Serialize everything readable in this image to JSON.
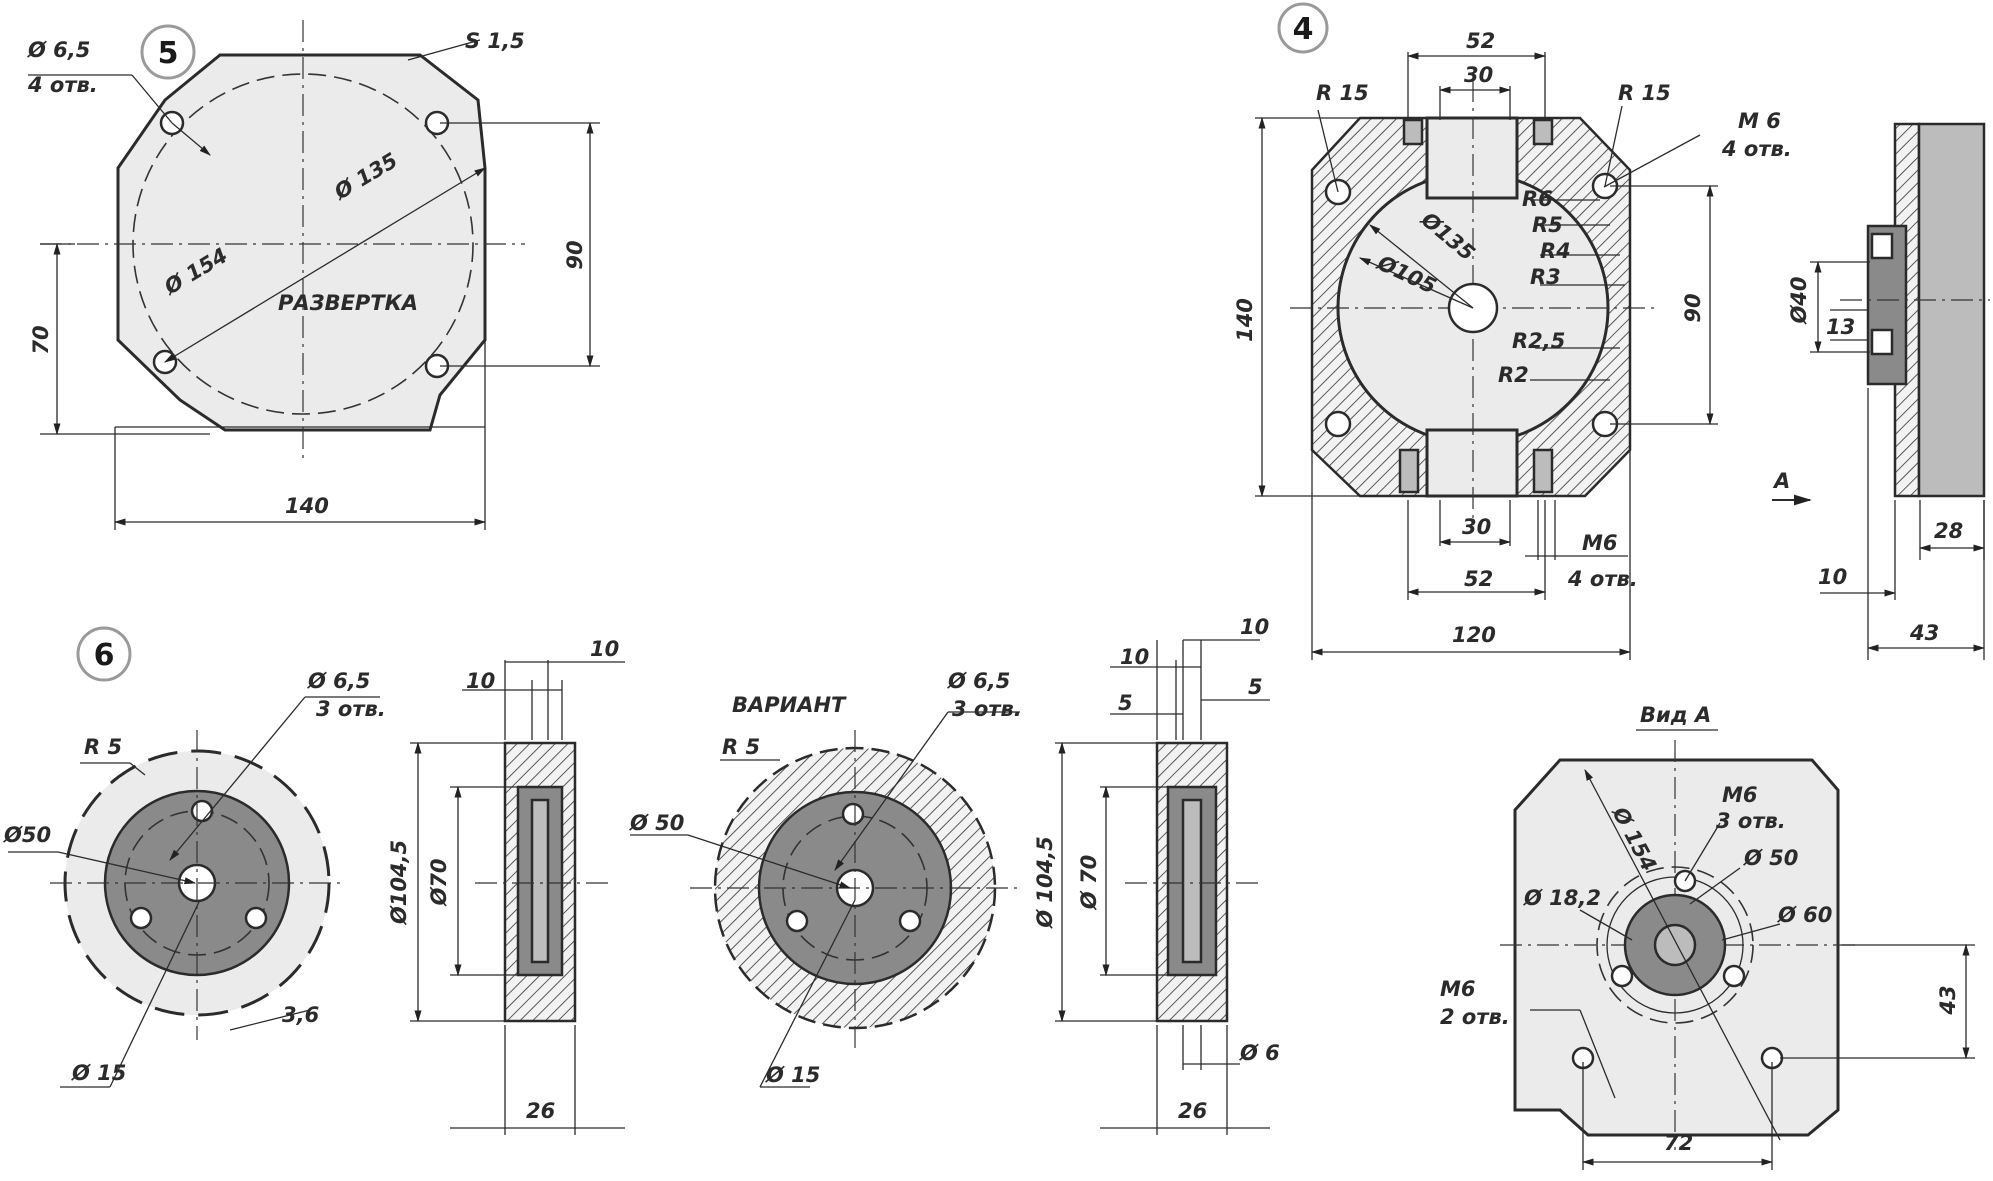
{
  "part5": {
    "number": "5",
    "label_hole_dia": "Ø 6,5",
    "label_hole_count": "4 отв.",
    "label_sheet": "S 1,5",
    "label_d135": "Ø 135",
    "label_d154": "Ø 154",
    "label_title": "РАЗВЕРТКА",
    "dim_width": "140",
    "dim_height": "90",
    "dim_offset": "70"
  },
  "part4": {
    "number": "4",
    "dim_top_outer": "52",
    "dim_top_inner": "30",
    "label_r15_left": "R 15",
    "label_r15_right": "R 15",
    "label_thread": "M 6",
    "label_thread_count": "4 отв.",
    "label_r6": "R6",
    "label_r5": "R5",
    "label_r4": "R4",
    "label_r3": "R3",
    "label_r25": "R2,5",
    "label_r2": "R2",
    "label_d135": "Ø135",
    "label_d105": "Ø105",
    "dim_height": "140",
    "dim_hole_spacing": "90",
    "dim_bottom_inner": "30",
    "dim_bottom_outer": "52",
    "label_thread_bottom": "M6",
    "label_thread_bottom_count": "4 отв.",
    "dim_width": "120",
    "side_d40": "Ø40",
    "side_13": "13",
    "side_28": "28",
    "side_10": "10",
    "side_43": "43",
    "view_arrow": "A"
  },
  "viewA": {
    "title": "Вид А",
    "label_d154": "Ø 154",
    "label_m6_3": "M6",
    "label_m6_3_count": "3 отв.",
    "label_d50": "Ø 50",
    "label_d182": "Ø 18,2",
    "label_d60": "Ø 60",
    "label_m6_2": "M6",
    "label_m6_2_count": "2 отв.",
    "dim_43": "43",
    "dim_72": "72"
  },
  "part6": {
    "number": "6",
    "label_hole": "Ø 6,5",
    "label_hole_count": "3 отв.",
    "label_r5": "R 5",
    "label_d50": "Ø50",
    "label_d15": "Ø 15",
    "dim_36": "3,6",
    "side_10a": "10",
    "side_10b": "10",
    "side_d1045": "Ø104,5",
    "side_d70": "Ø70",
    "side_26": "26"
  },
  "variant": {
    "title": "ВАРИАНТ",
    "label_hole": "Ø 6,5",
    "label_hole_count": "3 отв.",
    "label_r5": "R 5",
    "label_d50": "Ø 50",
    "label_d15": "Ø 15",
    "side_10a": "10",
    "side_10b": "10",
    "side_5a": "5",
    "side_5b": "5",
    "side_d1045": "Ø 104,5",
    "side_d70": "Ø 70",
    "side_d6": "Ø 6",
    "side_26": "26"
  }
}
